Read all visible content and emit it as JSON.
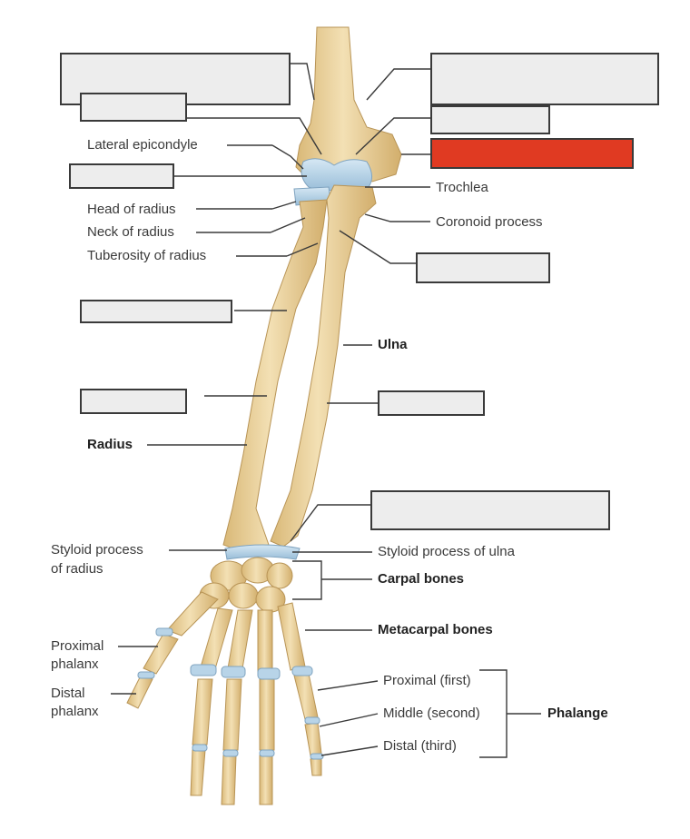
{
  "labels": {
    "lateral_epicondyle": "Lateral epicondyle",
    "head_of_radius": "Head of radius",
    "neck_of_radius": "Neck of radius",
    "tuberosity_of_radius": "Tuberosity of radius",
    "radius": "Radius",
    "trochlea": "Trochlea",
    "coronoid_process": "Coronoid process",
    "ulna": "Ulna",
    "styloid_process_of_radius_line1": "Styloid process",
    "styloid_process_of_radius_line2": "of radius",
    "styloid_process_of_ulna": "Styloid process of ulna",
    "carpal_bones": "Carpal bones",
    "metacarpal_bones": "Metacarpal bones",
    "proximal_phalanx_line1": "Proximal",
    "proximal_phalanx_line2": "phalanx",
    "distal_phalanx_line1": "Distal",
    "distal_phalanx_line2": "phalanx",
    "proximal_first": "Proximal (first)",
    "middle_second": "Middle (second)",
    "distal_third": "Distal (third)",
    "phalanges": "Phalange"
  },
  "colors": {
    "bone": "#efd9a8",
    "bone_shadow": "#c9a76a",
    "cartilage": "#b8d4e8",
    "leader_line": "#3a3a3a",
    "answer_box": "#ededed",
    "highlight_box": "#e03a22"
  }
}
